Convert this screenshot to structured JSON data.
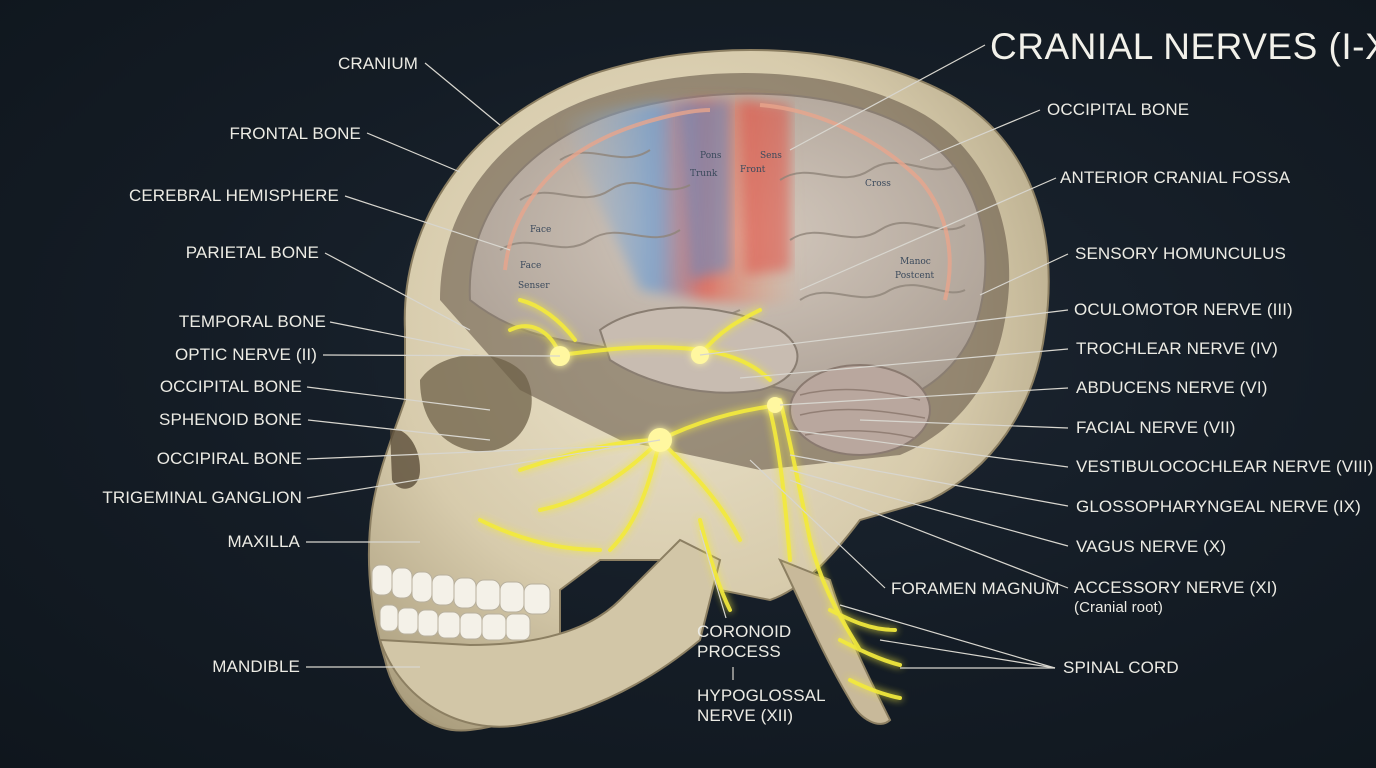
{
  "title": "CRANIAL NERVES (I-XII)",
  "labels_left": [
    "CRANIUM",
    "FRONTAL BONE",
    "CEREBRAL HEMISPHERE",
    "PARIETAL BONE",
    "TEMPORAL BONE",
    "OPTIC NERVE (II)",
    "OCCIPITAL BONE",
    "SPHENOID BONE",
    "OCCIPIRAL BONE",
    "TRIGEMINAL GANGLION",
    "MAXILLA",
    "MANDIBLE"
  ],
  "labels_right": [
    "OCCIPITAL BONE",
    "ANTERIOR CRANIAL FOSSA",
    "SENSORY HOMUNCULUS",
    "OCULOMOTOR NERVE (III)",
    "TROCHLEAR NERVE (IV)",
    "ABDUCENS NERVE (VI)",
    "FACIAL NERVE (VII)",
    "VESTIBULOCOCHLEAR NERVE (VIII)",
    "GLOSSOPHARYNGEAL NERVE (IX)",
    "VAGUS NERVE (X)"
  ],
  "accessory": {
    "name": "ACCESSORY NERVE (XI)",
    "sub": "(Cranial root)"
  },
  "spinal_cord": "SPINAL CORD",
  "foramen": "FORAMEN MAGNUM",
  "coronoid": {
    "line1": "CORONOID",
    "line2": "PROCESS"
  },
  "hypoglossal": {
    "line1": "HYPOGLOSSAL",
    "line2": "NERVE (XII)"
  },
  "homunculus_words": {
    "left": [
      "Face",
      "Face",
      "Senser",
      "Trunk",
      "Pons"
    ],
    "right": [
      "Sens",
      "Front",
      "Cross",
      "Manoc",
      "Postcent"
    ]
  },
  "colors": {
    "background": "#141c25",
    "bone": "#d9cfb4",
    "brain": "#c9bdb0",
    "nerve": "#f3ea3c",
    "label": "#ecebe4",
    "motor_cortex": "#6f9ccf",
    "sensory_cortex": "#e2574a"
  }
}
